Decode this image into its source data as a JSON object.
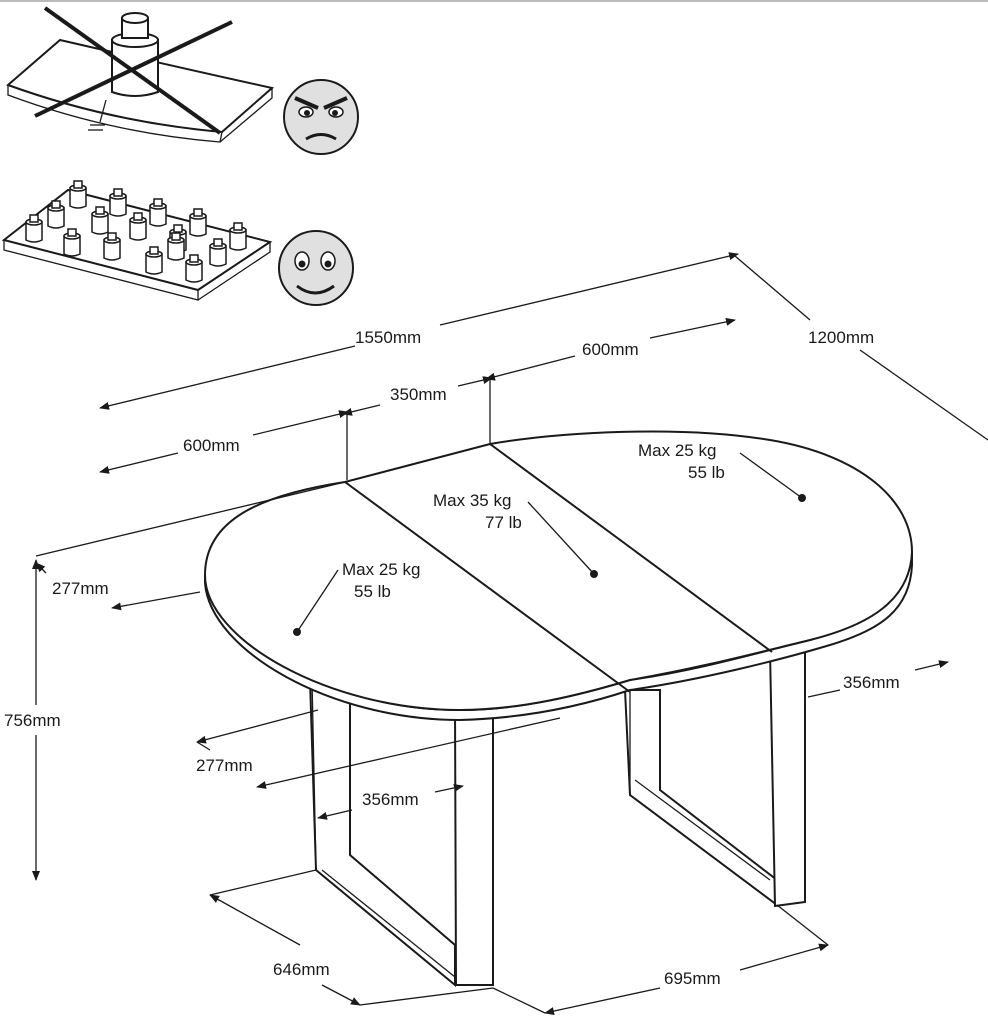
{
  "dimensions": {
    "length_total": "1550mm",
    "leaf_center": "350mm",
    "end_left": "600mm",
    "end_right": "600mm",
    "width": "1200mm",
    "height": "756mm",
    "overhang_back": "277mm",
    "overhang_front": "277mm",
    "leg_to_edge_right": "356mm",
    "leg_to_edge_left": "356mm",
    "leg_depth": "646mm",
    "leg_span": "695mm"
  },
  "loads": {
    "left_kg": "Max 25 kg",
    "left_lb": "55 lb",
    "center_kg": "Max 35 kg",
    "center_lb": "77 lb",
    "right_kg": "Max 25 kg",
    "right_lb": "55 lb"
  },
  "icons": {
    "bad": "angry-face-icon",
    "good": "smiley-face-icon"
  }
}
